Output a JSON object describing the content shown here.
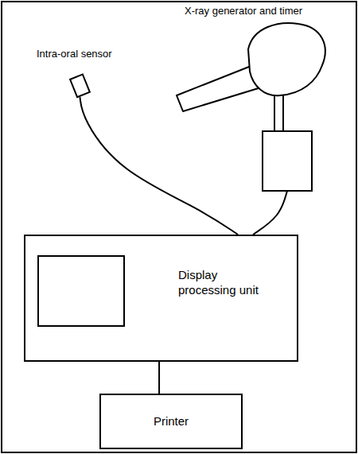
{
  "diagram": {
    "nodes": [
      {
        "text": [
          "X-ray generator and timer"
        ]
      },
      {
        "text": [
          "Intra-oral sensor"
        ]
      },
      {
        "text": [
          "Display processing unit"
        ]
      },
      {
        "text": [
          "Printer"
        ]
      }
    ],
    "edges": [
      {
        "from": 1,
        "to": 2,
        "arrow": "none"
      },
      {
        "from": 0,
        "to": 2,
        "arrow": "none"
      },
      {
        "from": 2,
        "to": 3,
        "arrow": "none"
      }
    ]
  }
}
